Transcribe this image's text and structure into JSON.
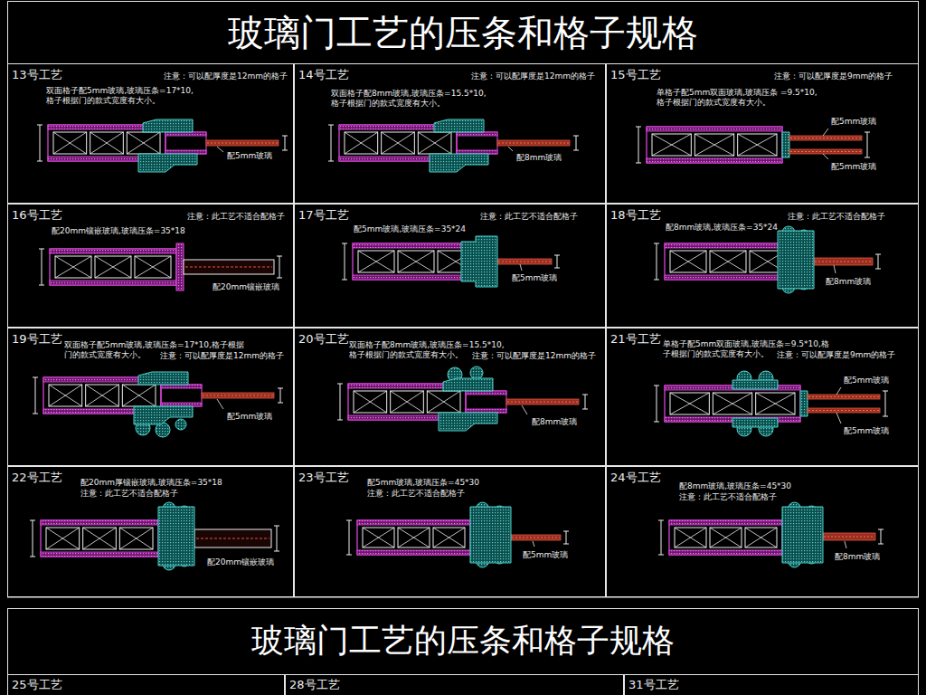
{
  "diagram": {
    "title": "玻璃门工艺的压条和格子规格",
    "nodes": [
      {
        "text": [
          "13号工艺",
          "注意：可以配厚度是12mm的格子",
          "双面格子配5mm玻璃,玻璃压条=17*10, 格子根据门的款式宽度有大小。",
          "配5mm玻璃"
        ]
      },
      {
        "text": [
          "14号工艺",
          "注意：可以配厚度是12mm的格子",
          "双面格子配8mm玻璃,玻璃压条=15.5*10, 格子根据门的款式宽度有大小。",
          "配8mm玻璃"
        ]
      },
      {
        "text": [
          "15号工艺",
          "注意：可以配厚度是9mm的格子",
          "单格子配5mm双面玻璃,玻璃压条 =9.5*10,格子根据门的款式宽度有大小。",
          "配5mm玻璃",
          "配5mm玻璃"
        ]
      },
      {
        "text": [
          "16号工艺",
          "注意：此工艺不适合配格子",
          "配20mm镶嵌玻璃,玻璃压条=35*18",
          "配20mm镶嵌玻璃"
        ]
      },
      {
        "text": [
          "17号工艺",
          "注意：此工艺不适合配格子",
          "配5mm玻璃,玻璃压条=35*24",
          "配5mm玻璃"
        ]
      },
      {
        "text": [
          "18号工艺",
          "注意：此工艺不适合配格子",
          "配8mm玻璃,玻璃压条=35*24",
          "配8mm玻璃"
        ]
      },
      {
        "text": [
          "19号工艺",
          "双面格子配5mm玻璃,玻璃压条=17*10,格子根据 门的款式宽度有大小。",
          "注意：可以配厚度是12mm的格子",
          "配5mm玻璃"
        ]
      },
      {
        "text": [
          "20号工艺",
          "双面格子配8mm玻璃,玻璃压条=15.5*10, 格子根据门的款式宽度有大小。",
          "注意：可以配厚度是12mm的格子",
          "配8mm玻璃"
        ]
      },
      {
        "text": [
          "21号工艺",
          "单格子配5mm双面玻璃,玻璃压条=9.5*10,格 子根据门的款式宽度有大小。",
          "注意：可以配厚度是9mm的格子",
          "配5mm玻璃",
          "配5mm玻璃"
        ]
      },
      {
        "text": [
          "22号工艺",
          "配20mm厚镶嵌玻璃,玻璃压条=35*18",
          "注意：此工艺不适合配格子",
          "配20mm镶嵌玻璃"
        ]
      },
      {
        "text": [
          "23号工艺",
          "配5mm玻璃,玻璃压条=45*30",
          "注意：此工艺不适合配格子",
          "配5mm玻璃"
        ]
      },
      {
        "text": [
          "24号工艺",
          "配8mm玻璃,玻璃压条=45*30",
          "注意：此工艺不适合配格子",
          "配8mm玻璃"
        ]
      },
      {
        "text": [
          "25号工艺"
        ]
      },
      {
        "text": [
          "28号工艺"
        ]
      },
      {
        "text": [
          "31号工艺"
        ]
      }
    ],
    "labels": [
      "玻璃门工艺的压条和格子规格"
    ]
  }
}
